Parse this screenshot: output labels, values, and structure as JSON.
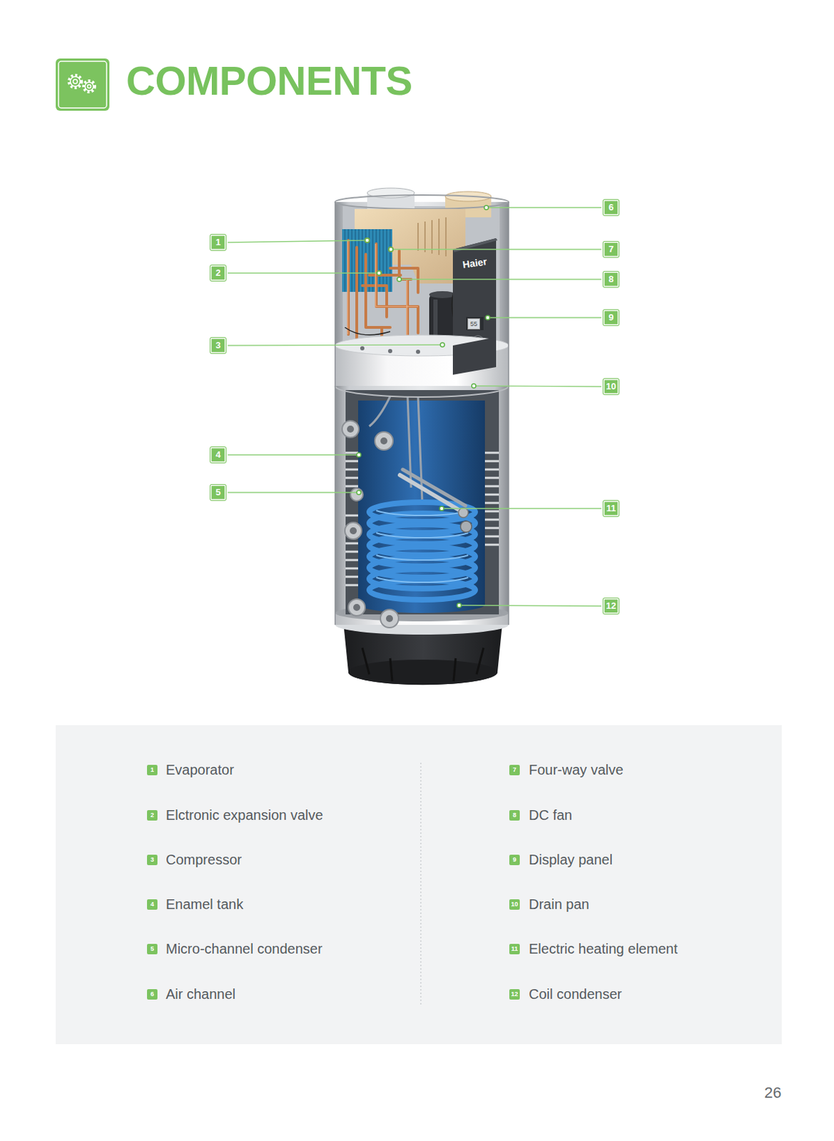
{
  "diagram": {
    "title": "COMPONENTS",
    "labels": [
      "1",
      "2",
      "3",
      "4",
      "5",
      "6",
      "7",
      "8",
      "9",
      "10",
      "11",
      "12",
      "Haier",
      "55",
      "1",
      "Evaporator",
      "2",
      "Elctronic expansion valve",
      "3",
      "Compressor",
      "4",
      "Enamel tank",
      "5",
      "Micro-channel condenser",
      "6",
      "Air channel",
      "7",
      "Four-way valve",
      "8",
      "DC fan",
      "9",
      "Display panel",
      "10",
      "Drain pan",
      "11",
      "Electric heating element",
      "12",
      "Coil condenser",
      "26"
    ]
  }
}
